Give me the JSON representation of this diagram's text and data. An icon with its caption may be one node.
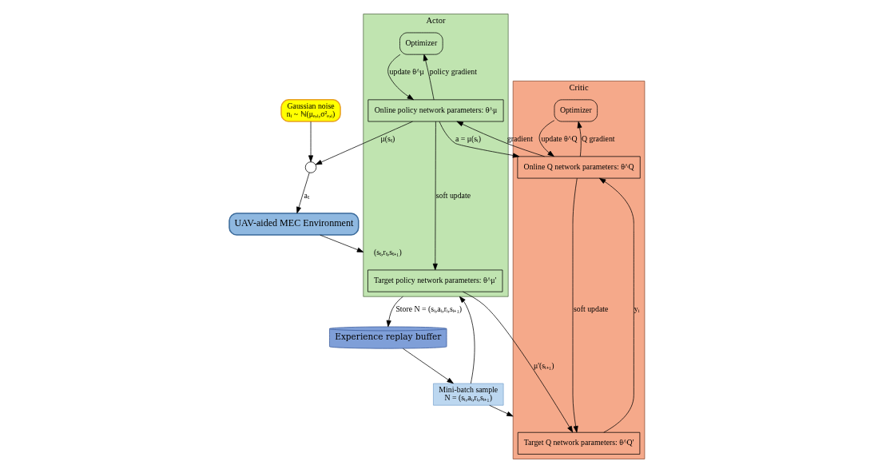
{
  "diagram": {
    "nodes": [
      {
        "text": [
          "Gaussian noise",
          "nᵢ ~ ℕ(μₑ,ᵢ,σ²ₑ,ᵢ)"
        ]
      },
      {
        "text": [
          "UAV-aided MEC Environment"
        ]
      },
      {
        "text": [],
        "shape": "circle"
      },
      {
        "text": [
          "Actor"
        ]
      },
      {
        "text": [
          "Optimizer"
        ],
        "in": 3
      },
      {
        "text": [
          "Online policy network parameters: θ^μ"
        ],
        "in": 3
      },
      {
        "text": [
          "Target policy network parameters: θ^μ'"
        ],
        "in": 3
      },
      {
        "text": [
          "Critic"
        ]
      },
      {
        "text": [
          "Optimizer"
        ],
        "in": 7
      },
      {
        "text": [
          "Online Q network parameters: θ^Q"
        ],
        "in": 7
      },
      {
        "text": [
          "Target Q network parameters: θ^Q'"
        ],
        "in": 7
      },
      {
        "text": [
          "Mini-batch sample",
          "N = (sᵢ,aᵢ,rᵢ,sᵢ₊₁)"
        ]
      },
      {
        "text": [
          "Experience replay buffer"
        ]
      }
    ],
    "edges": [
      {
        "from": 0,
        "to": 2,
        "arrow": "to"
      },
      {
        "from": 5,
        "to": 2,
        "arrow": "to",
        "label": "μ(sₜ)"
      },
      {
        "from": 2,
        "to": 1,
        "arrow": "to",
        "label": "aₜ"
      },
      {
        "from": 1,
        "to": 3,
        "arrow": "to",
        "label": "(sₜ,rₜ,sₜ₊₁)"
      },
      {
        "from": 4,
        "to": 5,
        "arrow": "to",
        "label": "update θ^μ"
      },
      {
        "from": 5,
        "to": 4,
        "arrow": "to",
        "label": "policy gradient"
      },
      {
        "from": 5,
        "to": 6,
        "arrow": "to",
        "label": "soft update"
      },
      {
        "from": 9,
        "to": 5,
        "arrow": "to",
        "label": "gradient"
      },
      {
        "from": 5,
        "to": 9,
        "arrow": "to",
        "label": "a = μ(sᵢ)"
      },
      {
        "from": 6,
        "to": 10,
        "arrow": "to",
        "label": "μ'(sᵢ₊₁)"
      },
      {
        "from": 8,
        "to": 9,
        "arrow": "to",
        "label": "update θ^Q"
      },
      {
        "from": 9,
        "to": 8,
        "arrow": "to",
        "label": "Q gradient"
      },
      {
        "from": 10,
        "to": 9,
        "arrow": "to",
        "label": "yᵢ"
      },
      {
        "from": 9,
        "to": 10,
        "arrow": "to",
        "label": "soft update"
      },
      {
        "from": 11,
        "to": 3,
        "arrow": "to"
      },
      {
        "from": 11,
        "to": 7,
        "arrow": "to"
      },
      {
        "from": 12,
        "to": 11,
        "arrow": "to"
      },
      {
        "from": 3,
        "to": 12,
        "arrow": "to",
        "label": "Store N = (sᵢ,aᵢ,rᵢ,sᵢ₊₁)"
      }
    ]
  }
}
